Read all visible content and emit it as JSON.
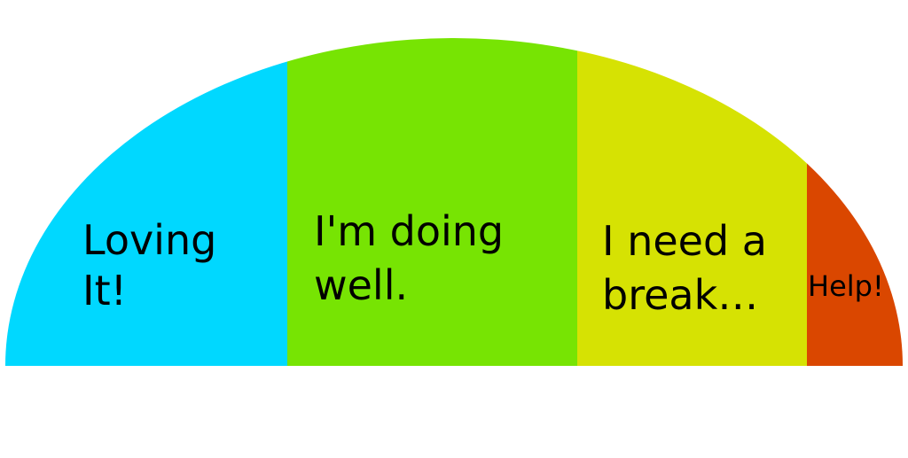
{
  "segments": [
    {
      "id": "loving",
      "lines": [
        "Loving",
        "It!"
      ],
      "color": "#00d8ff"
    },
    {
      "id": "doing-well",
      "lines": [
        "I'm doing",
        "well."
      ],
      "color": "#77e403"
    },
    {
      "id": "need-break",
      "lines": [
        "I need a",
        "break…"
      ],
      "color": "#d6e203"
    },
    {
      "id": "help",
      "lines": [
        "Help!"
      ],
      "color": "#da4700"
    }
  ]
}
